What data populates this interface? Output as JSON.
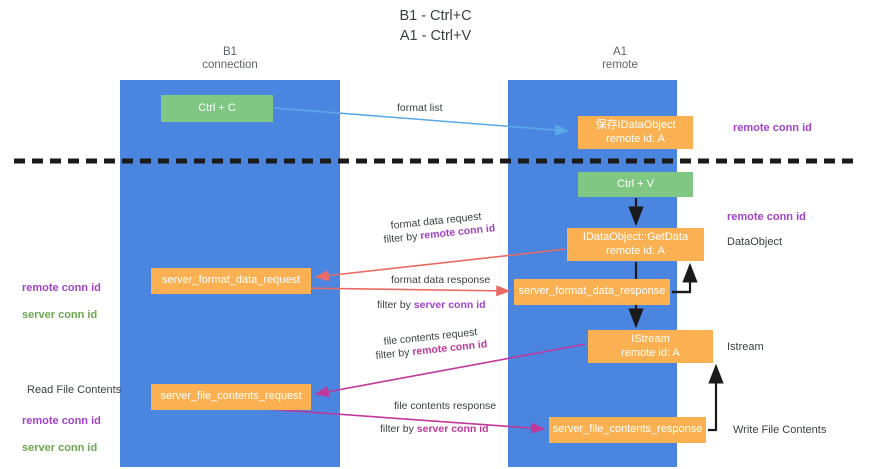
{
  "title": "B1 - Ctrl+C\nA1 - Ctrl+V",
  "columns": {
    "left": {
      "name": "B1",
      "role": "connection",
      "header": "B1\nconnection"
    },
    "right": {
      "name": "A1",
      "role": "remote",
      "header": "A1\nremote"
    }
  },
  "boxes": {
    "ctrl_c": "Ctrl + C",
    "idataobject": "保存IDataObject\nremote id: A",
    "ctrl_v": "Ctrl + V",
    "getdata": "IDataObject::GetData\nremote id: A",
    "server_format_data_request": "server_format_data_request",
    "server_format_data_response": "server_format_data_response",
    "istream": "IStream\nremote id: A",
    "server_file_contents_request": "server_file_contents_request",
    "server_file_contents_response": "server_file_contents_response"
  },
  "right_labels": {
    "remote_conn_id_1": "remote conn id",
    "remote_conn_id_2": "remote conn id",
    "dataobject": "DataObject",
    "istream": "Istream",
    "write_file_contents": "Write File Contents"
  },
  "left_labels": {
    "remote_conn_id": "remote conn id",
    "server_conn_id": "server conn id",
    "read_file_contents": "Read File Contents",
    "remote_conn_id_2": "remote conn id",
    "server_conn_id_2": "server conn id"
  },
  "edge_labels": {
    "format_list": "format list",
    "format_data_request": "format data request",
    "format_data_request_filter_prefix": "filter by ",
    "format_data_request_filter_key": "remote conn id",
    "format_data_response": "format data response",
    "format_data_response_filter_prefix": "filter by ",
    "format_data_response_filter_key": "server conn id",
    "file_contents_request": "file contents request",
    "file_contents_request_filter_prefix": "filter by ",
    "file_contents_request_filter_key": "remote conn id",
    "file_contents_response": "file contents response",
    "file_contents_response_filter_prefix": "filter by ",
    "file_contents_response_filter_key": "server conn id"
  },
  "colors": {
    "column_blue": "#4a86e0",
    "box_green": "#81c784",
    "box_orange": "#fbb152",
    "arrow_lightblue": "#5aa9e6",
    "arrow_red": "#ea6b63",
    "arrow_magenta": "#c0389a",
    "label_purple": "#a142c8",
    "label_green": "#6aa84f",
    "divider_black": "#1a1a1a"
  }
}
